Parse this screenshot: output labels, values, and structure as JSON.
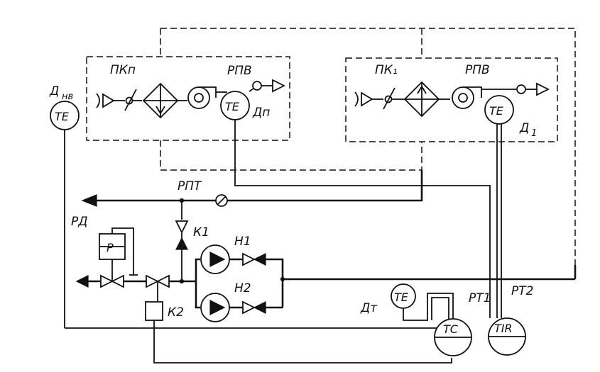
{
  "labels": {
    "dnv_main": "Д",
    "dnv_sub": "нв",
    "pkp": "ПКп",
    "rpv_left": "РПВ",
    "dp": "Дп",
    "pk1": "ПК₁",
    "rpv_right": "РПВ",
    "d1_main": "Д",
    "d1_sub": "1",
    "rpt": "РПТ",
    "rd": "РД",
    "k1": "К1",
    "k2": "К2",
    "h1": "Н1",
    "h2": "Н2",
    "dt": "Дт",
    "rt1": "РТ1",
    "rt2": "РТ2"
  },
  "instruments": {
    "te_dnv": "TE",
    "te_dp": "TE",
    "te_d1": "TE",
    "te_dt": "TE",
    "tc": "TC",
    "tir": "TIR",
    "p_reg": "P"
  }
}
